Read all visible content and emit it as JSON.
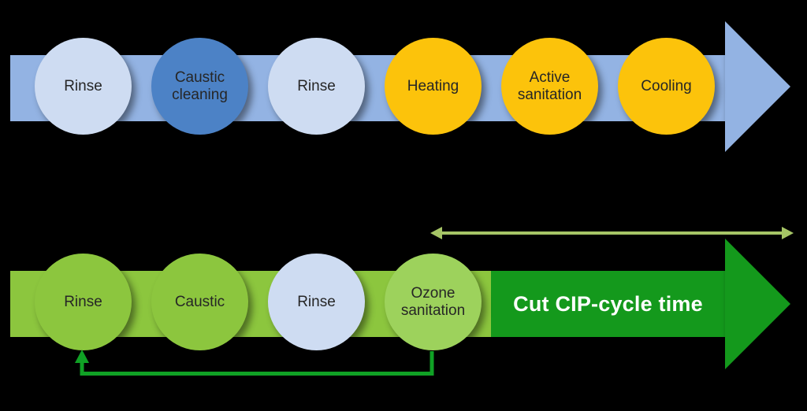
{
  "colors": {
    "background": "#000000",
    "top_band": "#93B3E3",
    "light_blue_circle": "#CEDCF2",
    "dark_blue_circle": "#4C82C6",
    "yellow_circle": "#FCC30B",
    "bottom_band": "#8CC63E",
    "green_circle": "#8CC63E",
    "ozone_circle": "#9DD25C",
    "dark_green_arrow": "#14991C",
    "loop_back_arrow": "#10A125",
    "cycle_span_arrow": "#A6C566",
    "circle_text": "#262626",
    "arrow_text": "#FFFFFF"
  },
  "top_flow": {
    "steps": [
      {
        "label": "Rinse"
      },
      {
        "label": "Caustic cleaning"
      },
      {
        "label": "Rinse"
      },
      {
        "label": "Heating"
      },
      {
        "label": "Active sanitation"
      },
      {
        "label": "Cooling"
      }
    ]
  },
  "bottom_flow": {
    "steps": [
      {
        "label": "Rinse"
      },
      {
        "label": "Caustic"
      },
      {
        "label": "Rinse"
      },
      {
        "label": "Ozone sanitation"
      }
    ],
    "arrow_label": "Cut CIP-cycle time"
  }
}
